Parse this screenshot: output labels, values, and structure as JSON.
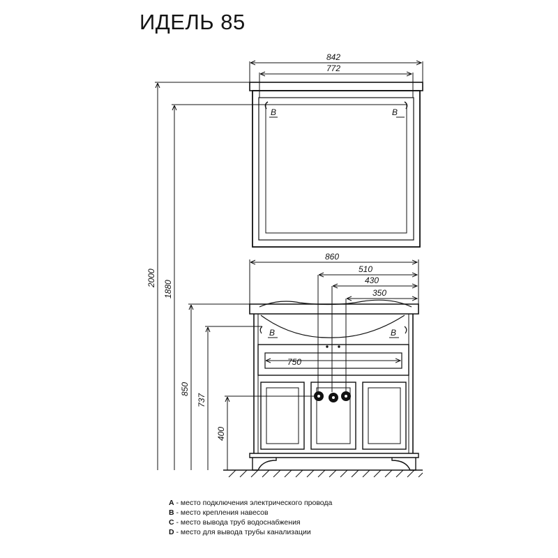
{
  "title": "ИДЕЛЬ 85",
  "dimensions": {
    "mirror_outer_width": "842",
    "mirror_inner_width": "772",
    "vanity_width": "860",
    "offset_510": "510",
    "offset_430": "430",
    "offset_350": "350",
    "drawer_width": "750",
    "total_height": "2000",
    "mirror_mount_height": "1880",
    "countertop_height": "850",
    "body_height": "737",
    "drain_height": "400"
  },
  "markers": {
    "mirror_left": "B",
    "mirror_right": "B",
    "vanity_left": "B",
    "vanity_right": "B"
  },
  "legend": [
    {
      "key": "A",
      "text": " - место подключения электрического провода"
    },
    {
      "key": "B",
      "text": " - место крепления навесов"
    },
    {
      "key": "C",
      "text": " - место вывода труб водоснабжения"
    },
    {
      "key": "D",
      "text": " - место для вывода трубы канализации"
    }
  ]
}
